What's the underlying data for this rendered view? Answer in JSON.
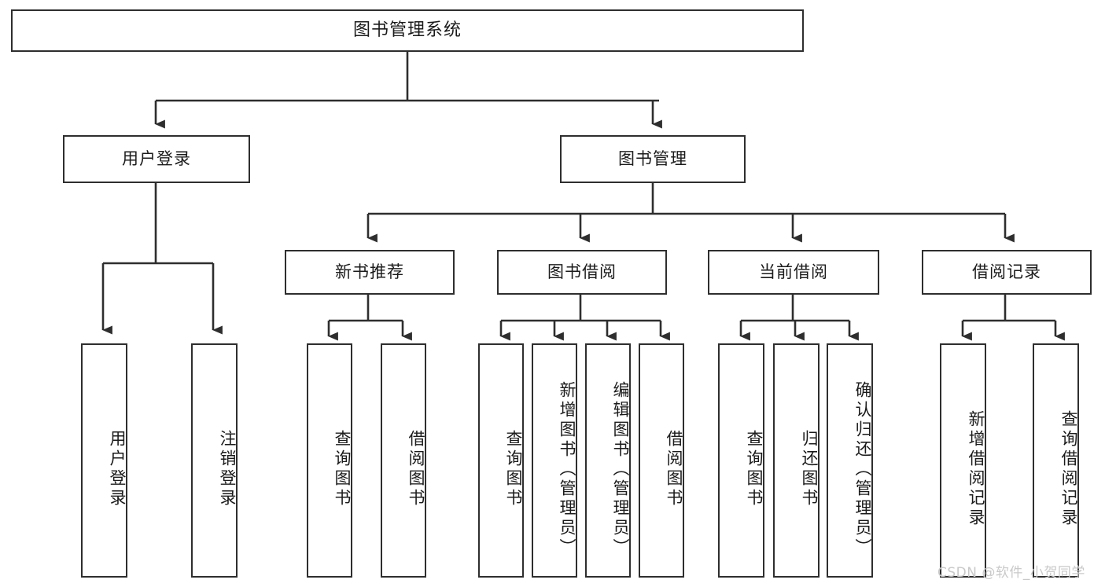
{
  "diagram": {
    "title": "图书管理系统",
    "watermark": "CSDN @软件_小贺同学",
    "line_color": "#2e2e2e",
    "box_fill": "#ffffff",
    "text_color": "#1b1b1b",
    "watermark_color": "#c9c9c9"
  },
  "nodes": {
    "root": {
      "label": "图书管理系统",
      "level": 1
    },
    "level2": [
      {
        "id": "user-login",
        "label": "用户登录"
      },
      {
        "id": "book-management",
        "label": "图书管理"
      }
    ],
    "level3": [
      {
        "id": "new-book-recommend",
        "label": "新书推荐"
      },
      {
        "id": "book-borrow",
        "label": "图书借阅"
      },
      {
        "id": "current-borrow",
        "label": "当前借阅"
      },
      {
        "id": "borrow-record",
        "label": "借阅记录"
      }
    ],
    "leaves": {
      "user-login": [
        {
          "id": "user-login-leaf",
          "label": "用户登录"
        },
        {
          "id": "logout-leaf",
          "label": "注销登录"
        }
      ],
      "new-book-recommend": [
        {
          "id": "query-book-1",
          "label": "查询图书"
        },
        {
          "id": "borrow-book-1",
          "label": "借阅图书"
        }
      ],
      "book-borrow": [
        {
          "id": "query-book-2",
          "label": "查询图书"
        },
        {
          "id": "add-book",
          "label": "新增图书（管理员）"
        },
        {
          "id": "edit-book",
          "label": "编辑图书（管理员）"
        },
        {
          "id": "borrow-book-2",
          "label": "借阅图书"
        }
      ],
      "current-borrow": [
        {
          "id": "query-book-3",
          "label": "查询图书"
        },
        {
          "id": "return-book",
          "label": "归还图书"
        },
        {
          "id": "confirm-return",
          "label": "确认归还（管理员）"
        }
      ],
      "borrow-record": [
        {
          "id": "add-borrow-record",
          "label": "新增借阅记录"
        },
        {
          "id": "query-borrow-record",
          "label": "查询借阅记录"
        }
      ]
    }
  }
}
